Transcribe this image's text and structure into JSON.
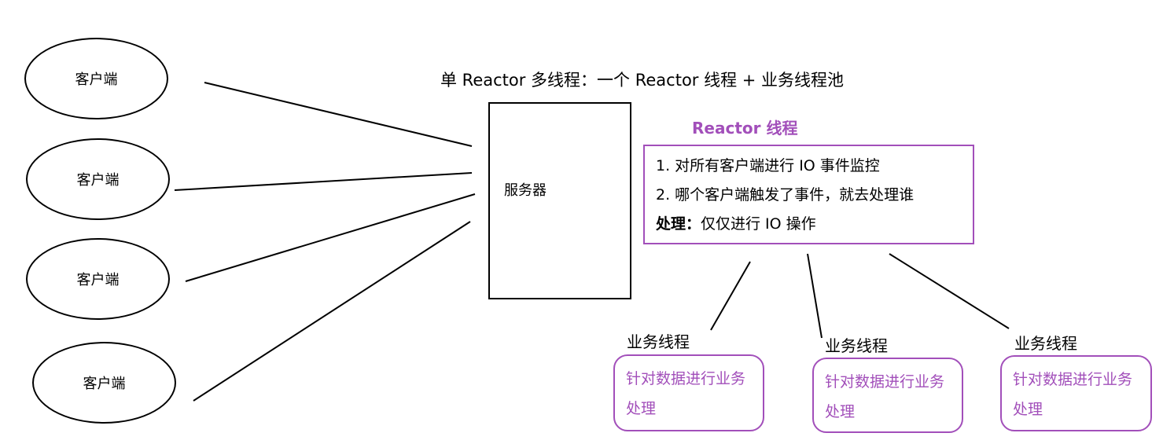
{
  "title": "单 Reactor 多线程：一个 Reactor 线程 + 业务线程池",
  "clients": [
    {
      "label": "客户端"
    },
    {
      "label": "客户端"
    },
    {
      "label": "客户端"
    },
    {
      "label": "客户端"
    }
  ],
  "server": {
    "label": "服务器"
  },
  "reactor": {
    "heading": "Reactor 线程",
    "line1": "1. 对所有客户端进行 IO 事件监控",
    "line2": "2. 哪个客户端触发了事件，就去处理谁",
    "line3_bold": "处理：",
    "line3_rest": "仅仅进行 IO 操作"
  },
  "workers": [
    {
      "label": "业务线程",
      "task": "针对数据进行业务处理"
    },
    {
      "label": "业务线程",
      "task": "针对数据进行业务处理"
    },
    {
      "label": "业务线程",
      "task": "针对数据进行业务处理"
    }
  ],
  "colors": {
    "accent": "#a24fba",
    "line": "#000000"
  }
}
